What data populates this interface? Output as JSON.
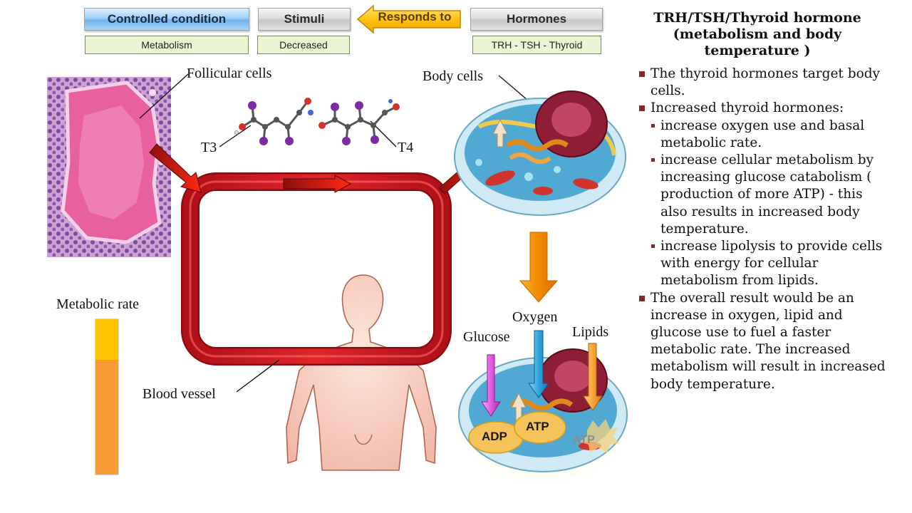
{
  "header": {
    "controlled_condition": "Controlled condition",
    "stimuli": "Stimuli",
    "responds_to": "Responds to",
    "hormones": "Hormones",
    "controlled_value": "Metabolism",
    "stimuli_value": "Decreased",
    "hormones_value": "TRH - TSH - Thyroid"
  },
  "labels": {
    "follicular_cells": "Follicular cells",
    "t3": "T3",
    "t4": "T4",
    "body_cells": "Body cells",
    "metabolic_rate": "Metabolic rate",
    "blood_vessel": "Blood vessel",
    "oxygen": "Oxygen",
    "glucose": "Glucose",
    "lipids": "Lipids",
    "adp": "ADP",
    "atp": "ATP",
    "atp_faded": "ATP"
  },
  "metabolic_rate_bar": {
    "low_color": "#f79a32",
    "high_color": "#ffc300",
    "level": 0.27
  },
  "side_panel": {
    "title": "TRH/TSH/Thyroid hormone (metabolism and body temperature )",
    "items": [
      {
        "level": 1,
        "text": "The thyroid hormones target body cells."
      },
      {
        "level": 1,
        "text": "Increased thyroid hormones:"
      },
      {
        "level": 2,
        "text": "increase oxygen use and basal metabolic rate."
      },
      {
        "level": 2,
        "text": "increase cellular metabolism by increasing glucose catabolism ( production of more ATP) - this also results in increased body temperature."
      },
      {
        "level": 2,
        "text": "increase lipolysis to provide cells with energy for cellular metabolism from lipids."
      },
      {
        "level": 1,
        "text": "The overall result would be an increase in oxygen, lipid and glucose use to fuel a faster metabolic rate. The increased metabolism will result in increased body temperature."
      }
    ]
  },
  "colors": {
    "vessel": "#d8191f",
    "arrow_orange": "#f08a00",
    "responds_arrow": "#ffc20e",
    "tissue_pink": "#e79ab8",
    "oxygen_arrow": "#2fa6e0",
    "glucose_arrow": "#e25be0",
    "lipids_arrow": "#f7a43b"
  }
}
